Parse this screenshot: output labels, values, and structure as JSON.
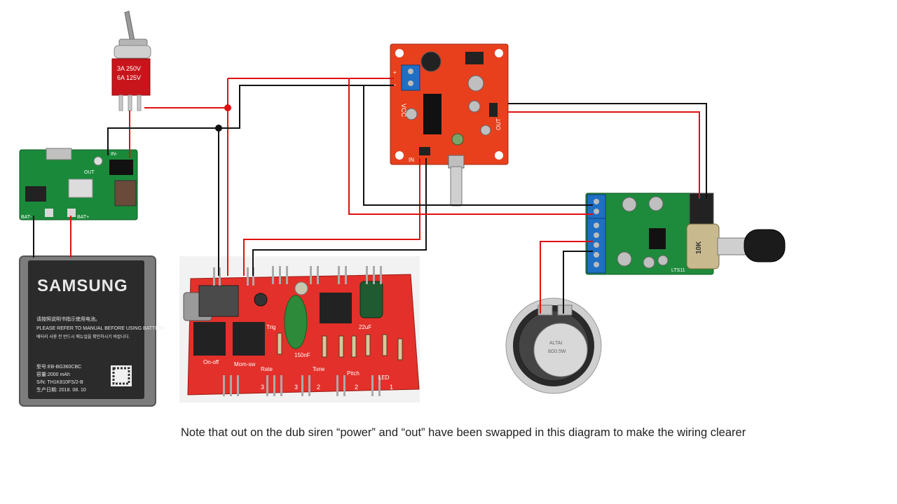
{
  "note": "Note that out on the dub siren “power” and “out” have been swapped in this diagram to make the wiring clearer",
  "colors": {
    "positive_wire": "#e01010",
    "negative_wire": "#111111",
    "red_pcb": "#e8401c",
    "green_pcb": "#1a8a3a",
    "terminal_blue": "#1f6fc4"
  },
  "battery": {
    "brand": "SAMSUNG",
    "line_cn": "请按照说明书指示使用电池。",
    "line_en1": "PLEASE REFER TO MANUAL BEFORE USING BATTERY.",
    "line_kr": "배터리 사용 전 반드시 매뉴얼을 확인하시기 바랍니다.",
    "model": "型号:EB-BG360CBC",
    "capacity": "容量:2000 mAh",
    "serial": "S/N: TH1K810FS/2-B",
    "date": "生产日期:  2018. 08. 10"
  },
  "switch": {
    "line1": "3A 250V",
    "line2": "6A 125V"
  },
  "charger": {
    "label_in": "IN-",
    "label_out": "OUT",
    "label_bat_minus": "BAT-",
    "label_bat_plus": "BAT+"
  },
  "amp_board": {
    "label_vcc": "VCC",
    "label_in": "IN",
    "label_out": "OUT",
    "label_plus": "+",
    "label_minus": "-"
  },
  "amp2_board": {
    "label_pot": "10K",
    "label_ic": "LTS11"
  },
  "dub_siren": {
    "label_rate": "Rate",
    "label_tone": "Tone",
    "label_pitch": "Pitch",
    "label_led": "LED",
    "label_trig": "Trig",
    "label_mom": "Mom-sw",
    "label_onoff": "On-off",
    "label_cap": "22uF",
    "label_cap2": "150nF",
    "label_num1": "1",
    "label_num2": "2",
    "label_num3": "3"
  },
  "speaker": {
    "label_brand": "ALTAI",
    "label_spec": "8Ω0.5W"
  }
}
